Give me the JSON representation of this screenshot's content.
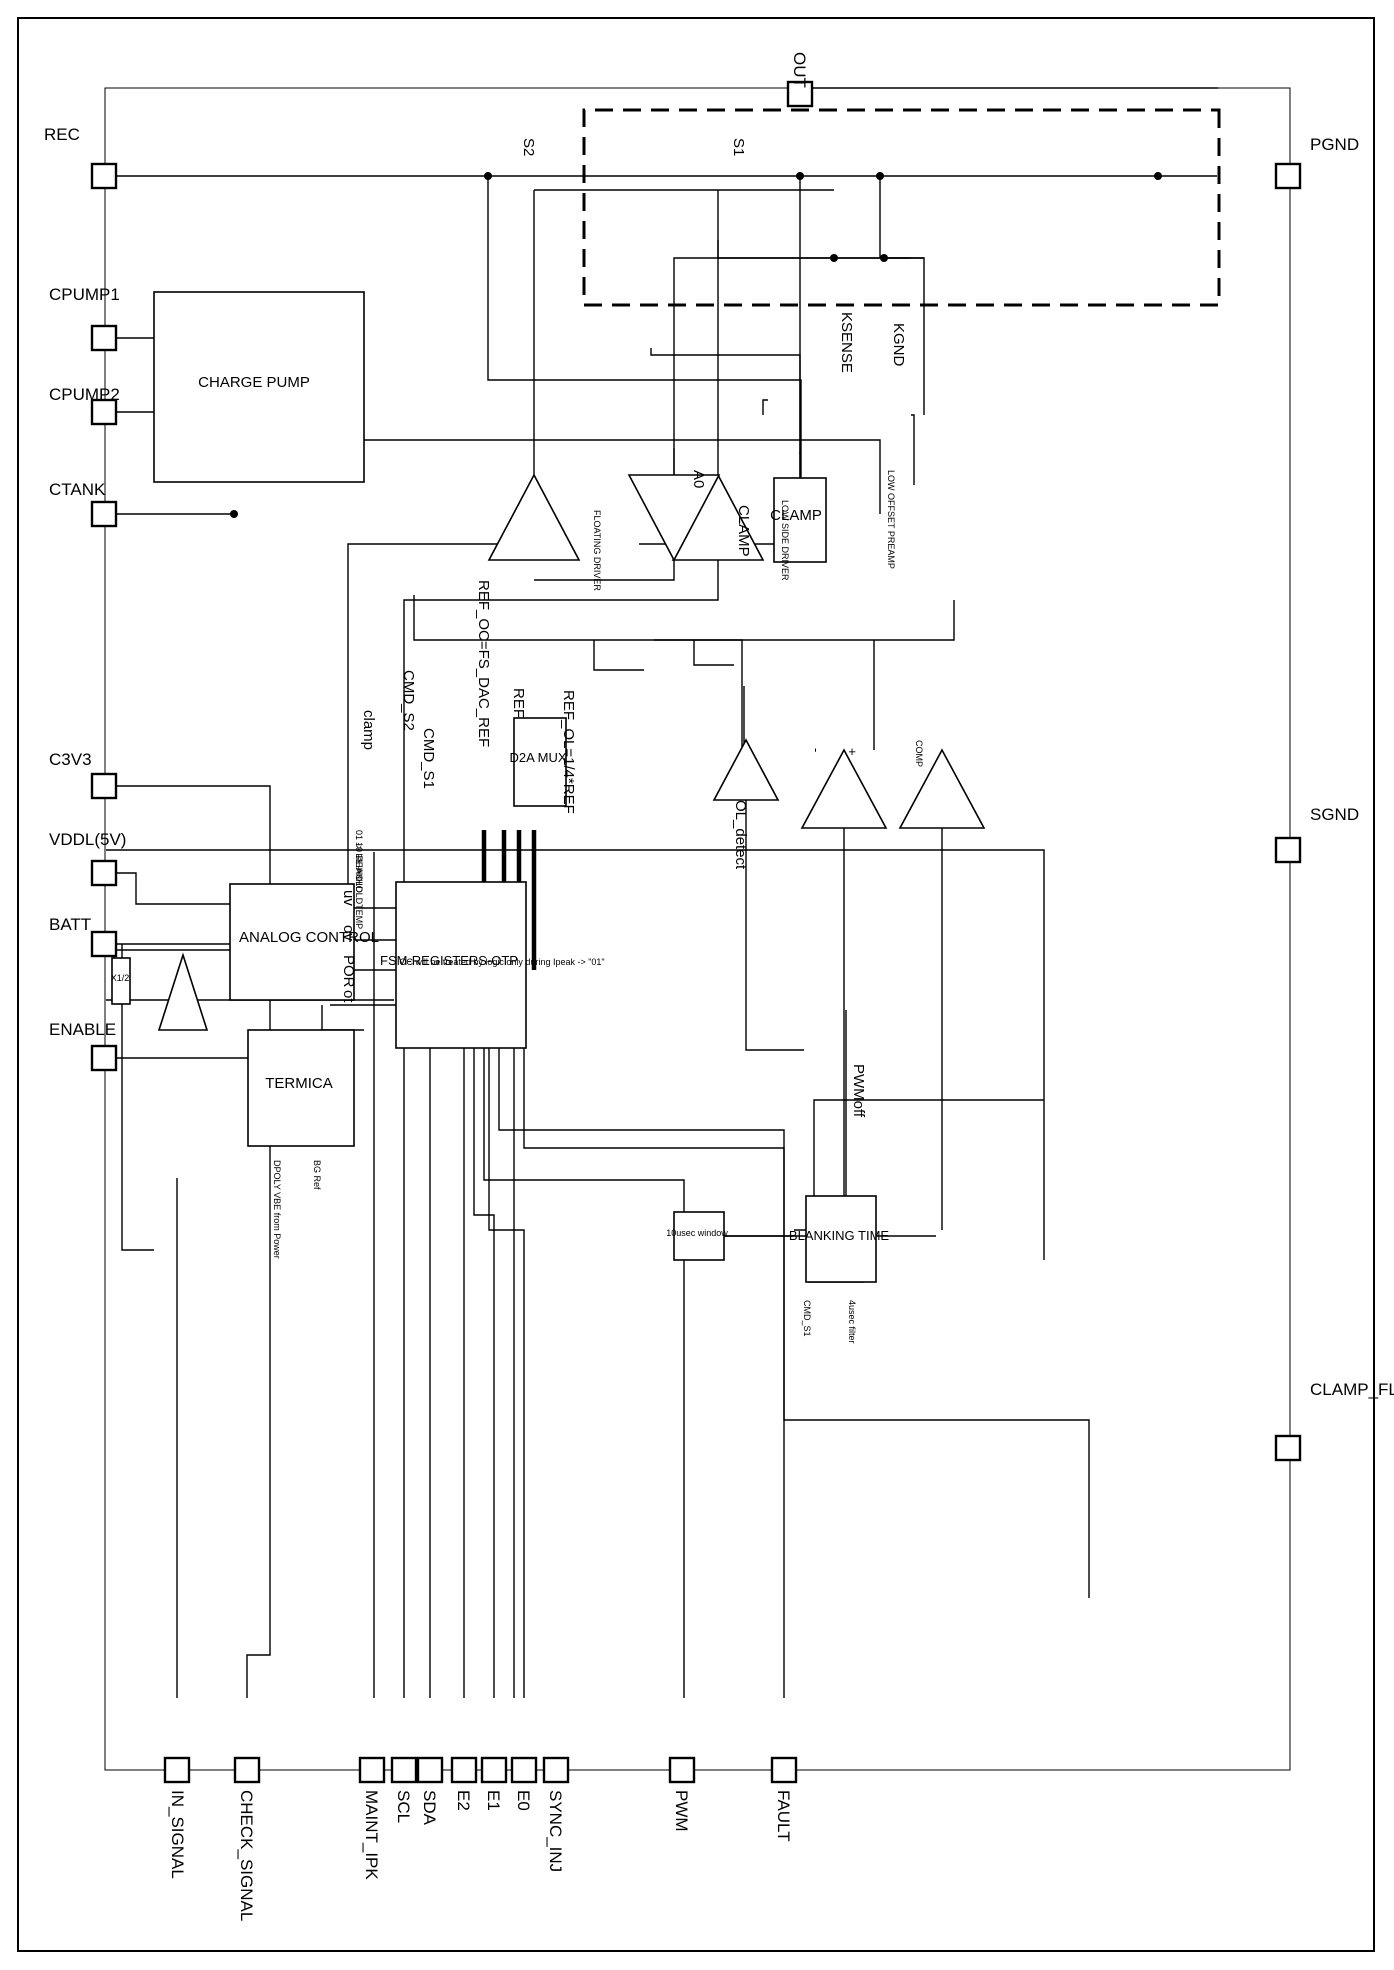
{
  "pins": {
    "out": "OUT",
    "rec": "REC",
    "pgnd": "PGND",
    "cpump1": "CPUMP1",
    "cpump2": "CPUMP2",
    "ctank": "CTANK",
    "c3v3": "C3V3",
    "vddl": "VDDL(5V)",
    "batt": "BATT",
    "enable": "ENABLE",
    "sgnd": "SGND",
    "clamp_flag": "CLAMP_FLAG",
    "in_signal": "IN_SIGNAL",
    "check_signal": "CHECK_SIGNAL",
    "maint_ipk": "MAINT_IPK",
    "scl": "SCL",
    "sda": "SDA",
    "e2": "E2",
    "e1": "E1",
    "e0": "E0",
    "sync_inj": "SYNC_INJ",
    "pwm": "PWM",
    "fault": "FAULT"
  },
  "blocks": {
    "charge_pump": "CHARGE PUMP",
    "analog_control": "ANALOG CONTROL",
    "termica": "TERMICA",
    "fsm": "FSM-REGISTERS-OTP",
    "fsm_note": "OC will be treated by logic only during Ipeak -> \"01\"",
    "clamp_block": "CLAMP",
    "blanking": "BLANKING TIME",
    "d2a_mux": "D2A MUX",
    "window": "10usec window",
    "x12": "X1/2",
    "a0": "A0"
  },
  "labels": {
    "s1": "S1",
    "s2": "S2",
    "floating_driver": "FLOATING DRIVER",
    "low_side_driver": "LOW SIDE DRIVER",
    "low_offset_preamp": "LOW OFFSET PREAMP",
    "clamp_sig": "CLAMP",
    "ksense": "KSENSE",
    "kgnd": "KGND",
    "clamp_wire": "clamp",
    "cmd_s2": "CMD_S2",
    "cmd_s1": "CMD_S1",
    "ref_oc": "REF_OC=FS_DAC_REF",
    "ref": "REF",
    "ref_ol": "REF_OL=1/4*REF",
    "ol_detect": "OL_detect",
    "pwmoff": "PWMoff",
    "comp": "COMP",
    "uv": "uv",
    "ov": "ov",
    "por": "POR",
    "ot": "ot",
    "mux_code_1": "01 -> IPEAK",
    "mux_code_2": "10 -> IHOLD",
    "mux_code_3": "11 -> IHOLDTEMP",
    "dpoly": "DPOLY VBE from Power",
    "bg_ref": "BG Ref",
    "cmd_s1_small": "CMD_S1",
    "filter": "4usec filter",
    "plus": "+",
    "minus": "-"
  }
}
